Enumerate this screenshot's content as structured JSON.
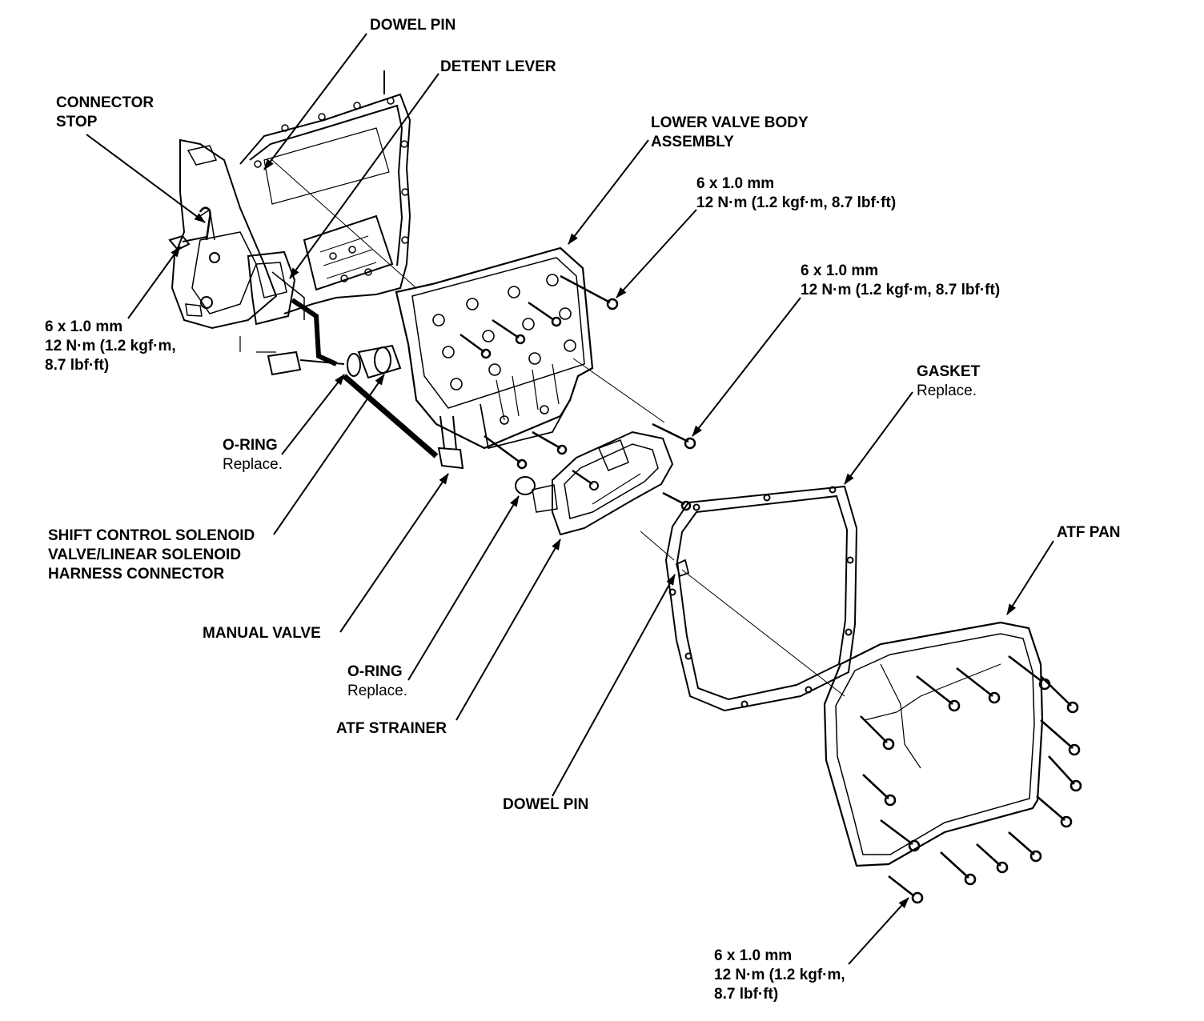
{
  "labels": {
    "dowel_pin_top": "DOWEL PIN",
    "detent_lever": "DETENT LEVER",
    "connector_stop": [
      "CONNECTOR",
      "STOP"
    ],
    "lower_valve_body": [
      "LOWER VALVE BODY",
      "ASSEMBLY"
    ],
    "torque_a": [
      "6 x 1.0 mm",
      "12 N·m (1.2 kgf·m, 8.7 lbf·ft)"
    ],
    "torque_b": [
      "6 x 1.0 mm",
      "12 N·m (1.2 kgf·m, 8.7 lbf·ft)"
    ],
    "torque_left": [
      "6 x 1.0 mm",
      "12 N·m (1.2 kgf·m,",
      "8.7 lbf·ft)"
    ],
    "gasket": {
      "name": "GASKET",
      "note": "Replace."
    },
    "o_ring_upper": {
      "name": "O-RING",
      "note": "Replace."
    },
    "shift_solenoid": [
      "SHIFT CONTROL SOLENOID",
      "VALVE/LINEAR SOLENOID",
      "HARNESS CONNECTOR"
    ],
    "atf_pan": "ATF PAN",
    "manual_valve": "MANUAL VALVE",
    "o_ring_lower": {
      "name": "O-RING",
      "note": "Replace."
    },
    "atf_strainer": "ATF STRAINER",
    "dowel_pin_bottom": "DOWEL PIN",
    "torque_bottom": [
      "6 x 1.0 mm",
      "12 N·m (1.2 kgf·m,",
      "8.7 lbf·ft)"
    ]
  },
  "colors": {
    "ink": "#000000",
    "paper": "#ffffff"
  }
}
